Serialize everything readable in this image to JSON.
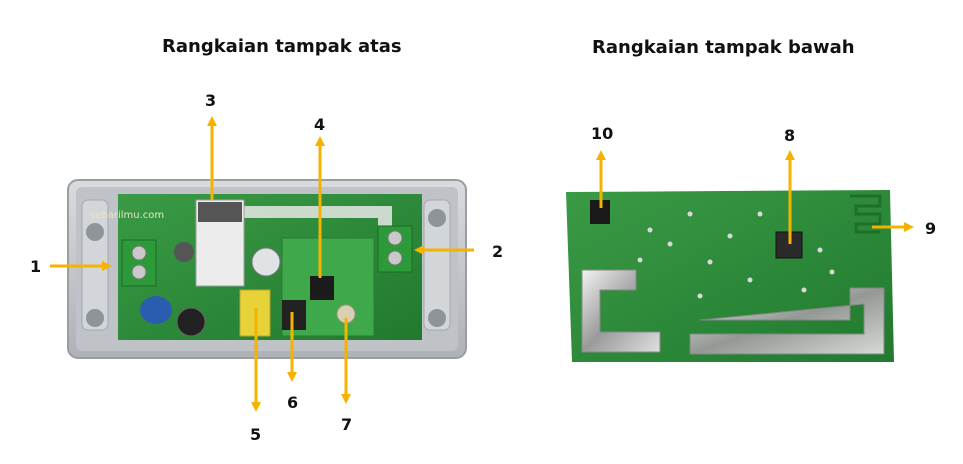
{
  "titles": {
    "top_view": "Rangkaian tampak atas",
    "bottom_view": "Rangkaian tampak bawah"
  },
  "watermark": "sebarilmu.com",
  "callouts": [
    "1",
    "2",
    "3",
    "4",
    "5",
    "6",
    "7",
    "8",
    "9",
    "10"
  ],
  "colors": {
    "arrow": "#f5b300",
    "pcb_green": "#2f8a3a",
    "housing_gray": "#c9ccd0"
  }
}
